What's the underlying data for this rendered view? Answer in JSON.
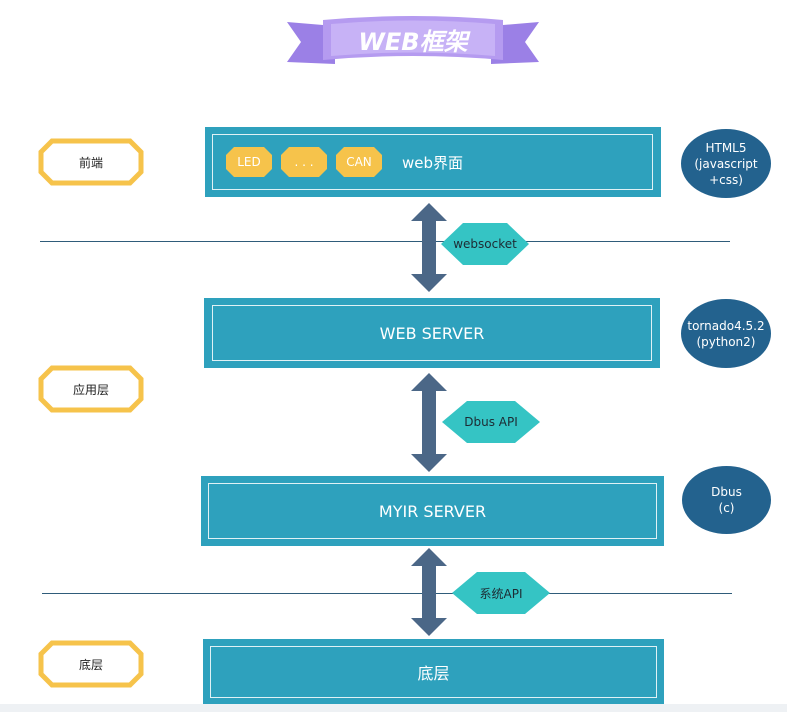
{
  "title": "WEB框架",
  "layers": [
    {
      "label": "前端"
    },
    {
      "label": "应用层"
    },
    {
      "label": "底层"
    }
  ],
  "frontend_box": {
    "chips": [
      "LED",
      ". . .",
      "CAN"
    ],
    "label": "web界面"
  },
  "boxes": {
    "web_server": "WEB SERVER",
    "myir_server": "MYIR SERVER",
    "bottom": "底层"
  },
  "tech": [
    {
      "text": "HTML5\n(javascript\n+css)"
    },
    {
      "text": "tornado4.5.2\n(python2)"
    },
    {
      "text": "Dbus\n(c)"
    }
  ],
  "links": [
    {
      "label": "websocket"
    },
    {
      "label": "Dbus API"
    },
    {
      "label": "系统API"
    }
  ],
  "colors": {
    "box": "#2ea1bd",
    "ellipse": "#23628e",
    "arrow": "#4b6787",
    "diamond": "#35c4c4",
    "badge_border": "#f6c34b",
    "chip": "#f6c34b",
    "ribbon": "#b59bf0"
  }
}
